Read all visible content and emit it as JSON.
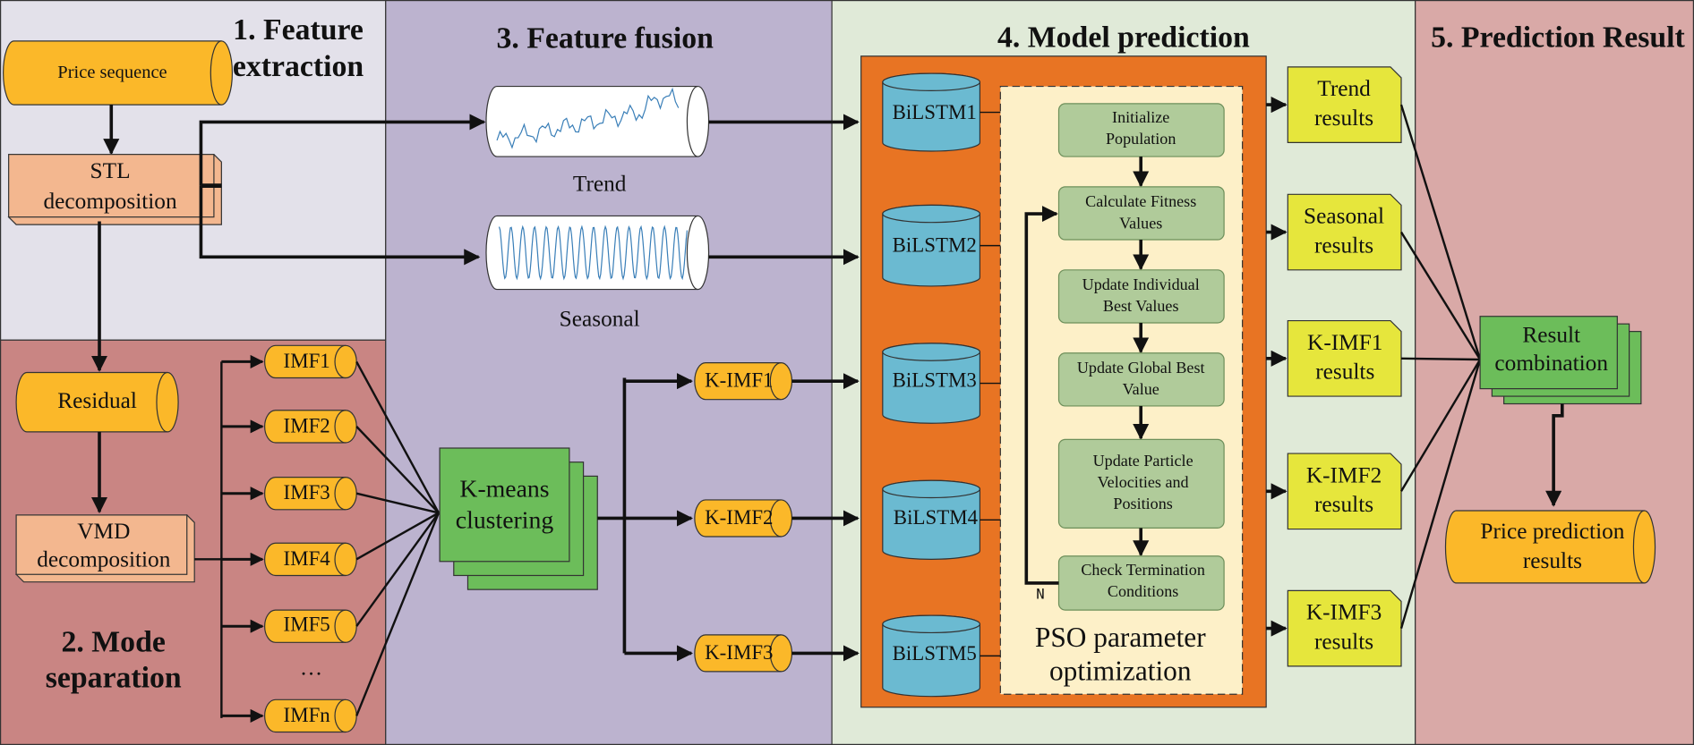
{
  "sections": {
    "s1": [
      "1. Feature",
      "extraction"
    ],
    "s2": [
      "2. Mode",
      "separation"
    ],
    "s3": "3. Feature fusion",
    "s4": "4. Model prediction",
    "s5": "5. Prediction Result"
  },
  "extraction": {
    "price_sequence": "Price sequence",
    "stl": [
      "STL",
      "decomposition"
    ],
    "trend": "Trend",
    "seasonal": "Seasonal"
  },
  "separation": {
    "residual": "Residual",
    "vmd": [
      "VMD",
      "decomposition"
    ],
    "imfs": [
      "IMF1",
      "IMF2",
      "IMF3",
      "IMF4",
      "IMF5",
      "IMFn"
    ],
    "ellipsis": "…"
  },
  "fusion": {
    "kmeans": [
      "K-means",
      "clustering"
    ],
    "kimfs": [
      "K-IMF1",
      "K-IMF2",
      "K-IMF3"
    ]
  },
  "model": {
    "bilstms": [
      "BiLSTM1",
      "BiLSTM2",
      "BiLSTM3",
      "BiLSTM4",
      "BiLSTM5"
    ],
    "pso_steps": [
      [
        "Initialize",
        "Population"
      ],
      [
        "Calculate Fitness",
        "Values"
      ],
      [
        "Update Individual",
        "Best Values"
      ],
      [
        "Update Global Best",
        "Value"
      ],
      [
        "Update Particle",
        "Velocities and",
        "Positions"
      ],
      [
        "Check Termination",
        "Conditions"
      ]
    ],
    "loop_label": "N",
    "pso_title": [
      "PSO parameter",
      "optimization"
    ]
  },
  "results": {
    "items": [
      [
        "Trend",
        "results"
      ],
      [
        "Seasonal",
        "results"
      ],
      [
        "K-IMF1",
        "results"
      ],
      [
        "K-IMF2",
        "results"
      ],
      [
        "K-IMF3",
        "results"
      ]
    ],
    "combination": [
      "Result",
      "combination"
    ],
    "final": [
      "Price prediction",
      "results"
    ]
  },
  "colors": {
    "panel1": "#e3e1ea",
    "panel2": "#c98583",
    "panel3": "#bcb3cf",
    "panel4": "#e0ead8",
    "panel5": "#d9a9a7",
    "orange_cyl": "#fbb829",
    "stl_box": "#f3b78f",
    "green": "#6cbd5a",
    "model_box": "#e87423",
    "bilstm": "#6bbad1",
    "pso_bg": "#fdf0c8",
    "pso_step": "#b0cb9a",
    "result": "#e6e63c"
  }
}
